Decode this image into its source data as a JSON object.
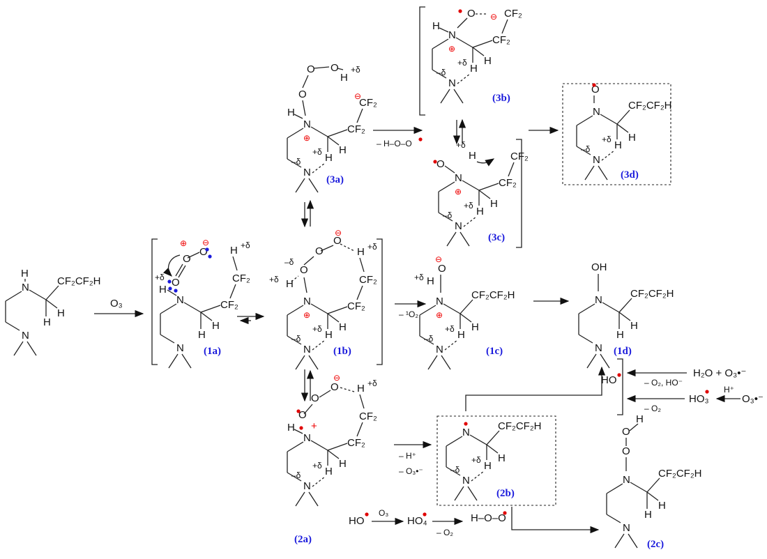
{
  "atoms": {
    "N": "N",
    "H": "H",
    "O": "O",
    "OH": "OH",
    "CF2": "CF₂",
    "sub": "CF₂CF₂H",
    "pd": "+δ",
    "md": "–δ",
    "plus": "⊕",
    "minus": "⊖",
    "rad": "•"
  },
  "compounds": {
    "c1a": "(1a)",
    "c1b": "(1b)",
    "c1c": "(1c)",
    "c1d": "(1d)",
    "c2a": "(2a)",
    "c2b": "(2b)",
    "c2c": "(2c)",
    "c3a": "(3a)",
    "c3b": "(3b)",
    "c3c": "(3c)",
    "c3d": "(3d)"
  },
  "reagents": {
    "o3": "O₃",
    "minus_1o2": "– ¹O₂",
    "minus_hoo": "– H–O–O",
    "minus_hplus": "– H⁺",
    "minus_o3rad": "– O₃•⁻",
    "ho": "HO",
    "ho4": "HO₄",
    "minus_o2": "– O₂",
    "hoo": "H–O–O",
    "minus_o2_ho": "– O₂, HO⁻",
    "h2o_o3": "H₂O + O₃•⁻",
    "ho3": "HO₃",
    "hplus": "H⁺",
    "o3rad": "O₃•⁻"
  },
  "colors": {
    "label": "#1a1adc",
    "charge": "#e00000",
    "lonepair": "#1a1adc"
  }
}
